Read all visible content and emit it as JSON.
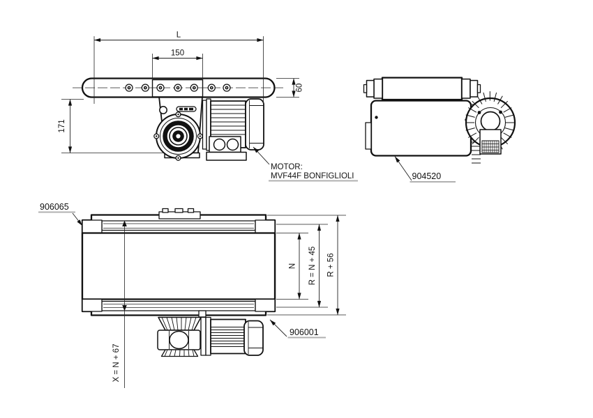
{
  "drawing": {
    "front_view": {
      "dims": {
        "length": "L",
        "plate_width": "150",
        "belt_height": "60",
        "drive_drop": "171"
      },
      "motor_note": {
        "line1": "MOTOR:",
        "line2": "MVF44F BONFIGLIOLI"
      }
    },
    "side_view": {
      "part_number": "904520"
    },
    "plan_view": {
      "part_numbers": {
        "belt_guide": "906065",
        "drive_unit": "906001"
      },
      "dims": {
        "belt_width": "N",
        "roller_width": "R = N + 45",
        "frame_width": "R + 56",
        "overall_width": "X = N + 67"
      }
    },
    "colors": {
      "line": "#111111",
      "background": "#ffffff",
      "underline": "#b0b0b0"
    }
  }
}
